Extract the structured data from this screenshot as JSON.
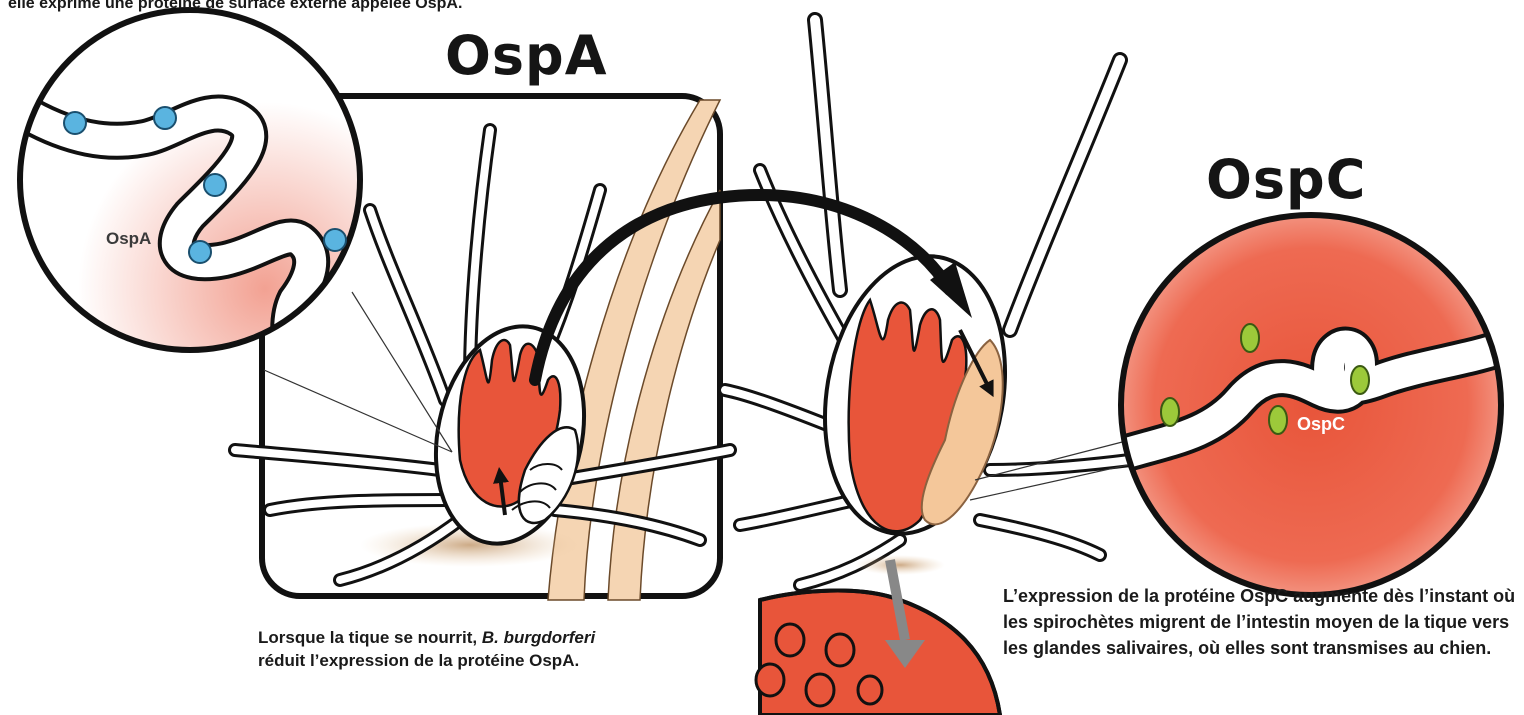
{
  "top_caption": "elle exprime une protéine de surface externe appelée OspA.",
  "title_ospa": "OspA",
  "title_ospc": "OspC",
  "inset_left_label": "OspA",
  "inset_right_label": "OspC",
  "caption_left": {
    "part1": "Lorsque la tique se nourrit, ",
    "species": "B. burgdorferi",
    "part2": "réduit l’expression de la protéine OspA."
  },
  "caption_right": "L’expression de la protéine OspC augmente dès l’instant où les spirochètes migrent de l’intestin moyen de la tique vers les glandes salivaires, où elles sont transmises au chien.",
  "colors": {
    "gut_red": "#e8553a",
    "inset_red": "#e8553a",
    "ospa_protein": "#5ab4e0",
    "ospc_protein": "#9cc93a",
    "salivary_gland": "#f4c79a",
    "hair": "#f5d5b3",
    "outline": "#111111"
  }
}
